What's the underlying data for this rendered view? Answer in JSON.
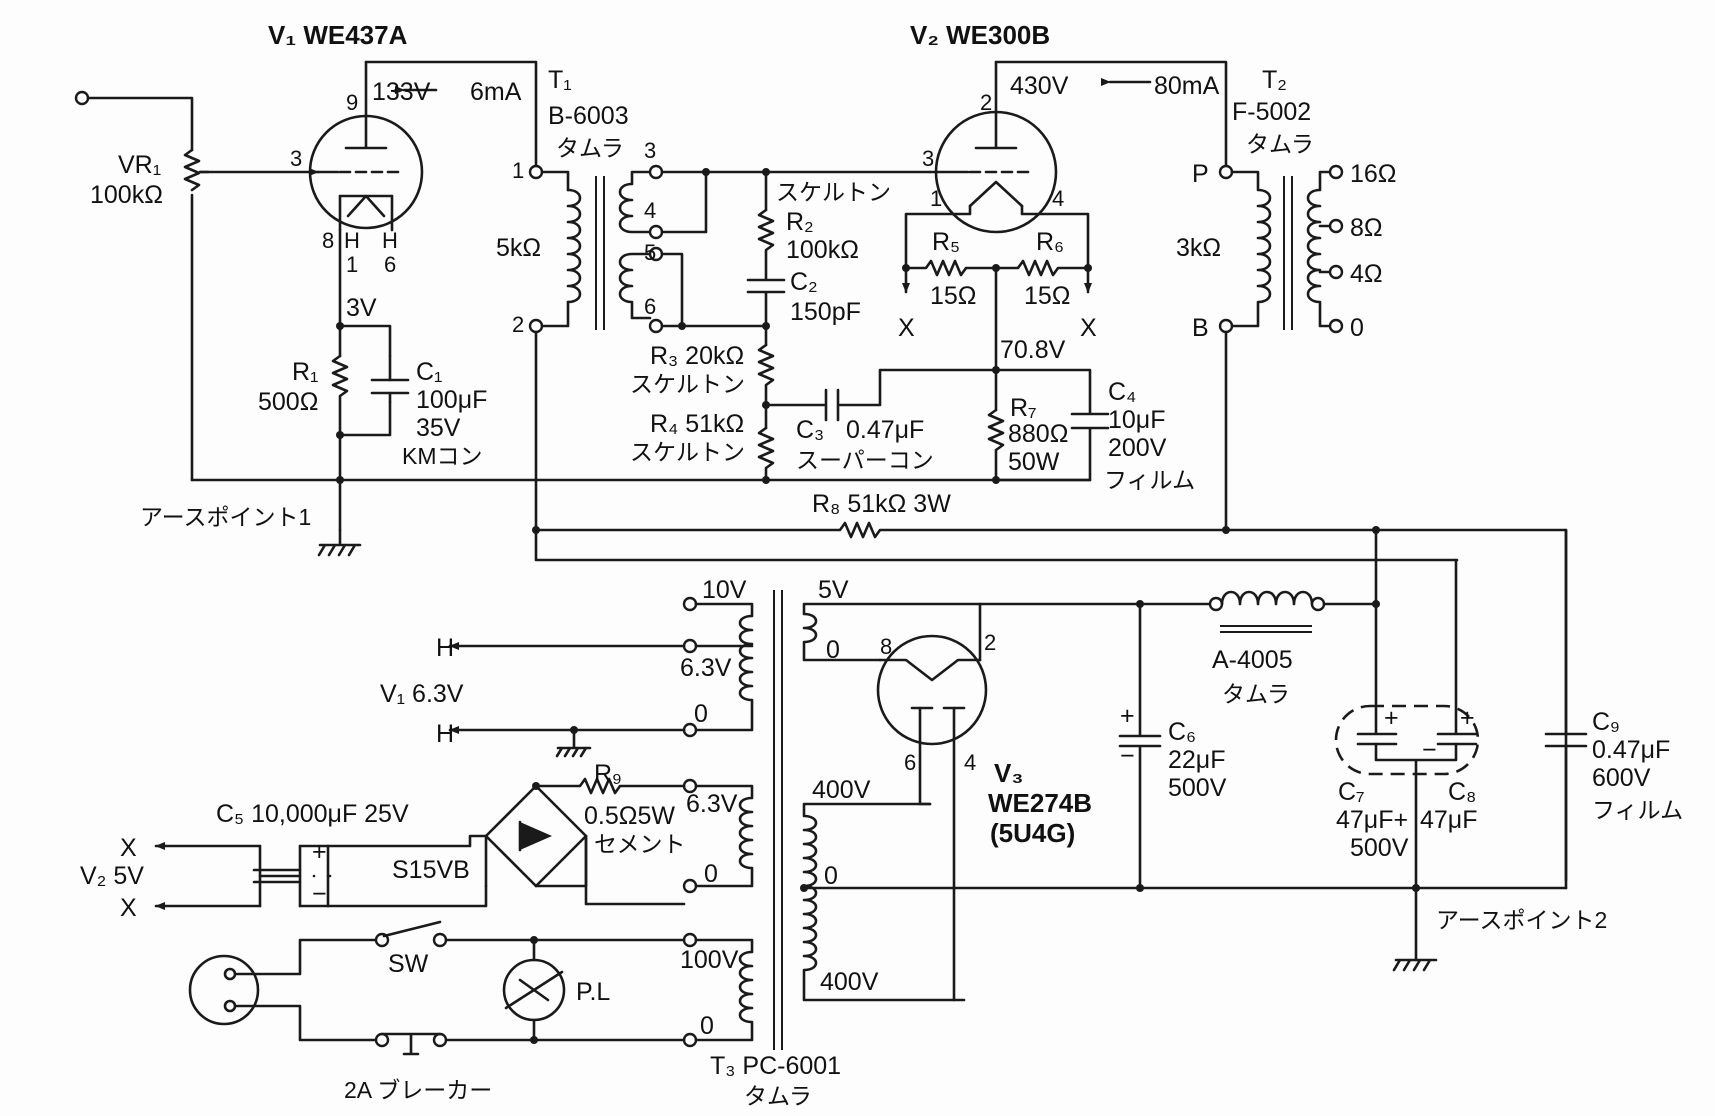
{
  "tubes": {
    "v1": {
      "title": "V₁ WE437A",
      "pins": {
        "p9": "9",
        "p3": "3",
        "p8": "8",
        "h1": "H",
        "h2": "H",
        "n1": "1",
        "n6": "6"
      }
    },
    "v2": {
      "title": "V₂ WE300B",
      "pins": {
        "p2": "2",
        "p3": "3",
        "p1": "1",
        "p4": "4"
      }
    },
    "v3": {
      "title": "V₃",
      "type": "WE274B",
      "alt": "(5U4G)",
      "pins": {
        "p8": "8",
        "p2": "2",
        "p6": "6",
        "p4": "4"
      }
    }
  },
  "transformers": {
    "t1": {
      "name": "T₁",
      "model": "B-6003",
      "maker": "タムラ",
      "impedance": "5kΩ",
      "pins": {
        "p1": "1",
        "p2": "2",
        "p3": "3",
        "p4": "4",
        "p5": "5",
        "p6": "6"
      }
    },
    "t2": {
      "name": "T₂",
      "model": "F-5002",
      "maker": "タムラ",
      "impedance": "3kΩ",
      "p": "P",
      "b": "B",
      "taps": [
        "16Ω",
        "8Ω",
        "4Ω",
        "0"
      ]
    },
    "t3": {
      "name": "T₃ PC-6001",
      "maker": "タムラ",
      "taps": {
        "v10": "10V",
        "v63a": "6.3V",
        "z1": "0",
        "v5": "5V",
        "z2": "0",
        "v63b": "6.3V",
        "z3": "0",
        "v400a": "400V",
        "z4": "0",
        "v400b": "400V",
        "v100": "100V",
        "z5": "0"
      }
    }
  },
  "parts": {
    "vr1": {
      "name": "VR₁",
      "value": "100kΩ"
    },
    "r1": {
      "name": "R₁",
      "value": "500Ω"
    },
    "c1": {
      "name": "C₁",
      "value": "100μF",
      "v": "35V",
      "type": "KMコン"
    },
    "r2": {
      "name": "R₂",
      "value": "100kΩ"
    },
    "skel1": "スケルトン",
    "c2": {
      "name": "C₂",
      "value": "150pF"
    },
    "r3": {
      "name": "R₃ 20kΩ",
      "type": "スケルトン"
    },
    "r4": {
      "name": "R₄ 51kΩ",
      "type": "スケルトン"
    },
    "c3": {
      "name": "C₃",
      "value": "0.47μF",
      "type": "スーパーコン"
    },
    "r5": {
      "name": "R₅",
      "value": "15Ω"
    },
    "r6": {
      "name": "R₆",
      "value": "15Ω"
    },
    "r7": {
      "name": "R₇",
      "value": "880Ω",
      "w": "50W"
    },
    "c4": {
      "name": "C₄",
      "value": "10μF",
      "v": "200V",
      "type": "フィルム"
    },
    "r8": {
      "label": "R₈ 51kΩ 3W"
    },
    "choke": {
      "model": "A-4005",
      "maker": "タムラ"
    },
    "c6": {
      "name": "C₆",
      "value": "22μF",
      "v": "500V"
    },
    "c7": {
      "name": "C₇",
      "value": "47μF+",
      "v": "500V"
    },
    "c8": {
      "name": "C₈",
      "value": "47μF"
    },
    "c9": {
      "name": "C₉",
      "value": "0.47μF",
      "v": "600V",
      "type": "フィルム"
    },
    "r9": {
      "name": "R₉",
      "value": "0.5Ω5W",
      "type": "セメント"
    },
    "c5": {
      "label": "C₅ 10,000μF 25V"
    },
    "bridge": "S15VB",
    "sw": "SW",
    "pl": "P.L",
    "breaker": "2A ブレーカー"
  },
  "voltages": {
    "v133": "133V",
    "i6": "6mA",
    "v430": "430V",
    "i80": "80mA",
    "v3": "3V",
    "v708": "70.8V"
  },
  "misc": {
    "x": "X",
    "h": "H",
    "v1heater": "V₁ 6.3V",
    "v2heater": "V₂ 5V",
    "plus": "+",
    "minus": "−",
    "earth1": "アースポイント1",
    "earth2": "アースポイント2"
  }
}
